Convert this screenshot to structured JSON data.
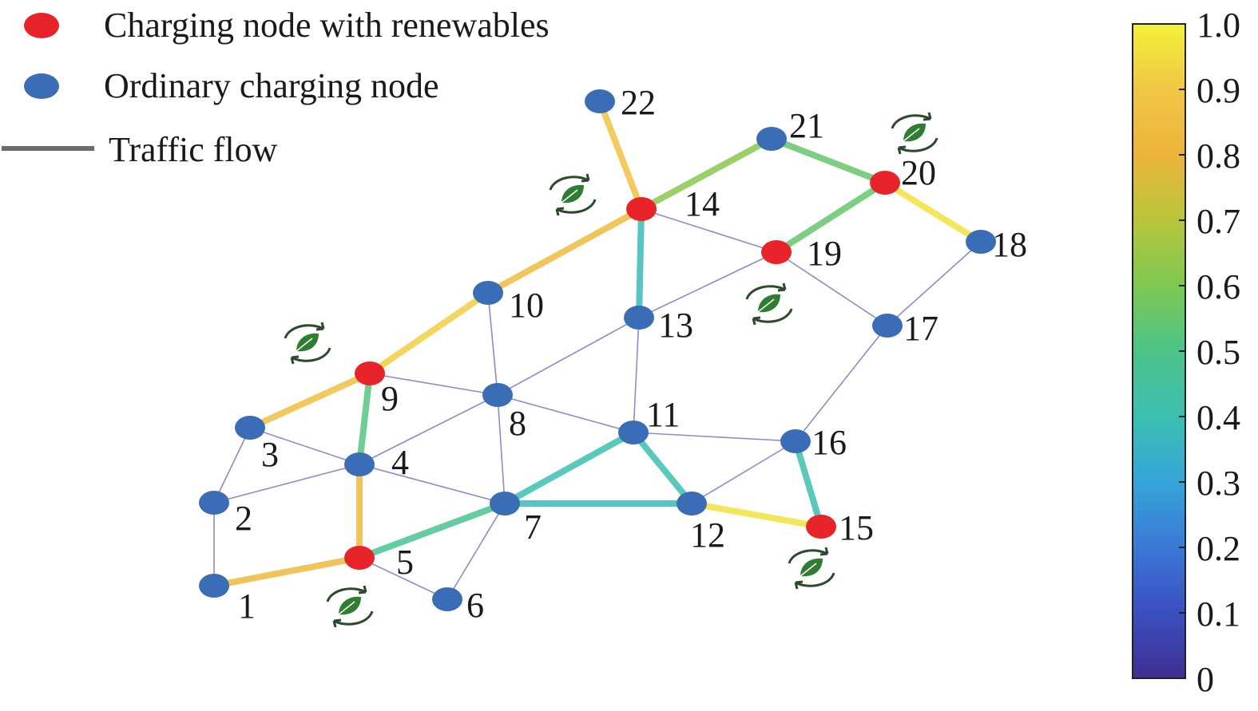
{
  "legend": {
    "renewable_label": "Charging node with renewables",
    "ordinary_label": "Ordinary charging node",
    "flow_label": "Traffic flow"
  },
  "colors": {
    "renewable_node": "#e8232a",
    "ordinary_node": "#3a6db5",
    "weak_edge": "#8c8cc8",
    "legend_line": "#6b6b70",
    "leaf_icon": "#2e7d32",
    "leaf_ring": "#2b4a2b"
  },
  "colorbar": {
    "ticks": [
      "1.0",
      "0.9",
      "0.8",
      "0.7",
      "0.6",
      "0.5",
      "0.4",
      "0.3",
      "0.2",
      "0.1",
      "0"
    ],
    "stops": [
      "#3e2f92",
      "#3b4fbf",
      "#3a78d6",
      "#35a5d8",
      "#3cbfb0",
      "#4cc489",
      "#7ec851",
      "#b8c53c",
      "#ecb43c",
      "#f1c644",
      "#f2f23a"
    ]
  },
  "nodes": [
    {
      "id": "1",
      "type": "ordinary"
    },
    {
      "id": "2",
      "type": "ordinary"
    },
    {
      "id": "3",
      "type": "ordinary"
    },
    {
      "id": "4",
      "type": "ordinary"
    },
    {
      "id": "5",
      "type": "renewable"
    },
    {
      "id": "6",
      "type": "ordinary"
    },
    {
      "id": "7",
      "type": "ordinary"
    },
    {
      "id": "8",
      "type": "ordinary"
    },
    {
      "id": "9",
      "type": "renewable"
    },
    {
      "id": "10",
      "type": "ordinary"
    },
    {
      "id": "11",
      "type": "ordinary"
    },
    {
      "id": "12",
      "type": "ordinary"
    },
    {
      "id": "13",
      "type": "ordinary"
    },
    {
      "id": "14",
      "type": "renewable"
    },
    {
      "id": "15",
      "type": "renewable"
    },
    {
      "id": "16",
      "type": "ordinary"
    },
    {
      "id": "17",
      "type": "ordinary"
    },
    {
      "id": "18",
      "type": "ordinary"
    },
    {
      "id": "19",
      "type": "renewable"
    },
    {
      "id": "20",
      "type": "renewable"
    },
    {
      "id": "21",
      "type": "ordinary"
    },
    {
      "id": "22",
      "type": "ordinary"
    }
  ],
  "edges": [
    {
      "from": "1",
      "to": "2",
      "flow": 0.15
    },
    {
      "from": "2",
      "to": "3",
      "flow": 0.15
    },
    {
      "from": "2",
      "to": "4",
      "flow": 0.15
    },
    {
      "from": "3",
      "to": "4",
      "flow": 0.15
    },
    {
      "from": "4",
      "to": "8",
      "flow": 0.15
    },
    {
      "from": "4",
      "to": "7",
      "flow": 0.15
    },
    {
      "from": "5",
      "to": "6",
      "flow": 0.15
    },
    {
      "from": "6",
      "to": "7",
      "flow": 0.15
    },
    {
      "from": "7",
      "to": "8",
      "flow": 0.15
    },
    {
      "from": "8",
      "to": "9",
      "flow": 0.15
    },
    {
      "from": "8",
      "to": "10",
      "flow": 0.15
    },
    {
      "from": "8",
      "to": "11",
      "flow": 0.15
    },
    {
      "from": "8",
      "to": "13",
      "flow": 0.15
    },
    {
      "from": "11",
      "to": "13",
      "flow": 0.15
    },
    {
      "from": "11",
      "to": "16",
      "flow": 0.15
    },
    {
      "from": "12",
      "to": "16",
      "flow": 0.15
    },
    {
      "from": "13",
      "to": "19",
      "flow": 0.15
    },
    {
      "from": "14",
      "to": "19",
      "flow": 0.15
    },
    {
      "from": "16",
      "to": "17",
      "flow": 0.15
    },
    {
      "from": "17",
      "to": "18",
      "flow": 0.15
    },
    {
      "from": "17",
      "to": "19",
      "flow": 0.15
    },
    {
      "from": "1",
      "to": "5",
      "flow": 0.82
    },
    {
      "from": "4",
      "to": "5",
      "flow": 0.82
    },
    {
      "from": "3",
      "to": "9",
      "flow": 0.86
    },
    {
      "from": "9",
      "to": "10",
      "flow": 0.92
    },
    {
      "from": "10",
      "to": "14",
      "flow": 0.84
    },
    {
      "from": "14",
      "to": "22",
      "flow": 0.87
    },
    {
      "from": "4",
      "to": "9",
      "flow": 0.52
    },
    {
      "from": "5",
      "to": "7",
      "flow": 0.48
    },
    {
      "from": "7",
      "to": "11",
      "flow": 0.4
    },
    {
      "from": "7",
      "to": "12",
      "flow": 0.38
    },
    {
      "from": "11",
      "to": "12",
      "flow": 0.4
    },
    {
      "from": "12",
      "to": "15",
      "flow": 0.96
    },
    {
      "from": "15",
      "to": "16",
      "flow": 0.4
    },
    {
      "from": "13",
      "to": "14",
      "flow": 0.38
    },
    {
      "from": "14",
      "to": "21",
      "flow": 0.62
    },
    {
      "from": "19",
      "to": "20",
      "flow": 0.55
    },
    {
      "from": "20",
      "to": "21",
      "flow": 0.55
    },
    {
      "from": "18",
      "to": "20",
      "flow": 0.96
    }
  ]
}
